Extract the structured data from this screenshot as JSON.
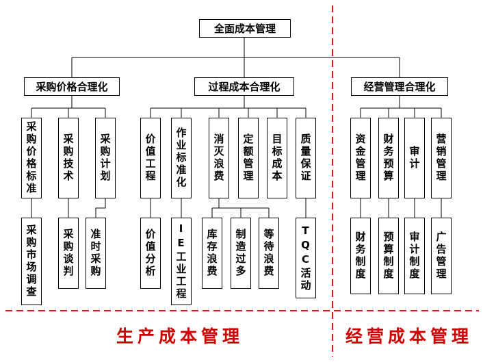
{
  "root": {
    "label": "全面成本管理"
  },
  "branch1": {
    "label": "采购价格合理化",
    "l2": [
      {
        "label": "采购价格标准"
      },
      {
        "label": "采购技术"
      },
      {
        "label": "采购计划"
      }
    ],
    "l3": [
      {
        "label": "采购市场调查"
      },
      {
        "label": "采购谈判"
      },
      {
        "label": "准时采购"
      }
    ]
  },
  "branch2": {
    "label": "过程成本合理化",
    "l2": [
      {
        "label": "价值工程"
      },
      {
        "label": "作业标准化"
      },
      {
        "label": "消灭浪费"
      },
      {
        "label": "定额管理"
      },
      {
        "label": "目标成本"
      },
      {
        "label": "质量保证"
      }
    ],
    "l3": [
      {
        "label": "价值分析"
      },
      {
        "label": "IE工业工程"
      },
      {
        "label": "库存浪费"
      },
      {
        "label": "制造过多"
      },
      {
        "label": "等待浪费"
      },
      {
        "label": "TQC活动"
      }
    ]
  },
  "branch3": {
    "label": "经营管理合理化",
    "l2": [
      {
        "label": "资金管理"
      },
      {
        "label": "财务预算"
      },
      {
        "label": "审计"
      },
      {
        "label": "营销管理"
      }
    ],
    "l3": [
      {
        "label": "财务制度"
      },
      {
        "label": "预算制度"
      },
      {
        "label": "审计制度"
      },
      {
        "label": "广告管理"
      }
    ]
  },
  "footer": {
    "left_label": "生产成本管理",
    "right_label": "经营成本管理"
  },
  "colors": {
    "connector_line": "#000000",
    "divider_dashed": "#ee1111",
    "footer_text": "#cc0000",
    "box_border": "#000000",
    "background": "#ffffff"
  }
}
